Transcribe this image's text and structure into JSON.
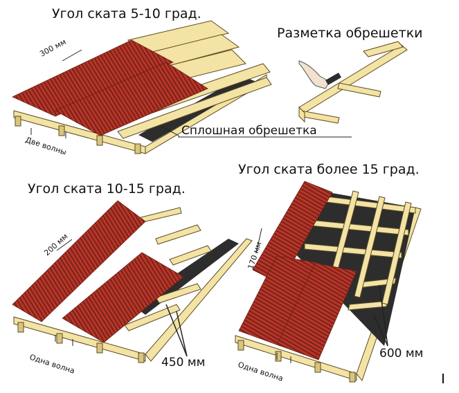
{
  "panels": {
    "top_left": {
      "title": "Угол ската 5-10 град.",
      "overlap_label": "300 мм",
      "waves_label": "Две волны",
      "callout_label": "Сплошная обрешетка"
    },
    "top_right": {
      "title": "Разметка обрешетки"
    },
    "bottom_left": {
      "title": "Угол ската 10-15 град.",
      "overlap_label": "200 мм",
      "waves_label": "Одна волна",
      "spacing_label": "450 мм"
    },
    "bottom_right": {
      "title": "Угол ската более 15 град.",
      "overlap_label": "170 мм",
      "waves_label": "Одна волна",
      "spacing_label": "600 мм"
    }
  },
  "colors": {
    "sheet": "#b5372a",
    "sheet_stripe": "#7e1f16",
    "wood": "#f3e3a4",
    "membrane": "#2d2d2d"
  }
}
